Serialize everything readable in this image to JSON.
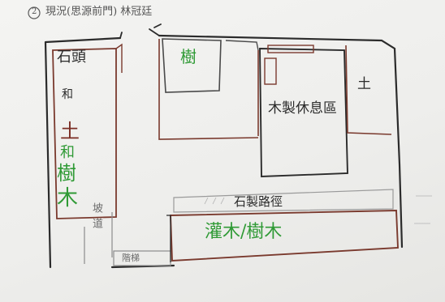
{
  "colors": {
    "paper": "#f1f1ef",
    "ink_black": "#2b2b2b",
    "ink_brown": "#7a3a2e",
    "ink_green": "#2f9a35",
    "ink_grey": "#8c8c8c"
  },
  "header": {
    "number": "2",
    "title": "現況(思源前門) 林冠廷"
  },
  "labels": {
    "stone_head": "石頭",
    "and_1": "和",
    "soil_left": "土",
    "and_2": "和",
    "tree_left": "樹",
    "wood_left": "木",
    "tree_top": "樹",
    "wooden_rest_area": "木製休息區",
    "soil_right": "土",
    "slope": "坡道",
    "steps": "階梯",
    "stone_path": "石製路徑",
    "shrub_tree": "灌木/樹木"
  }
}
